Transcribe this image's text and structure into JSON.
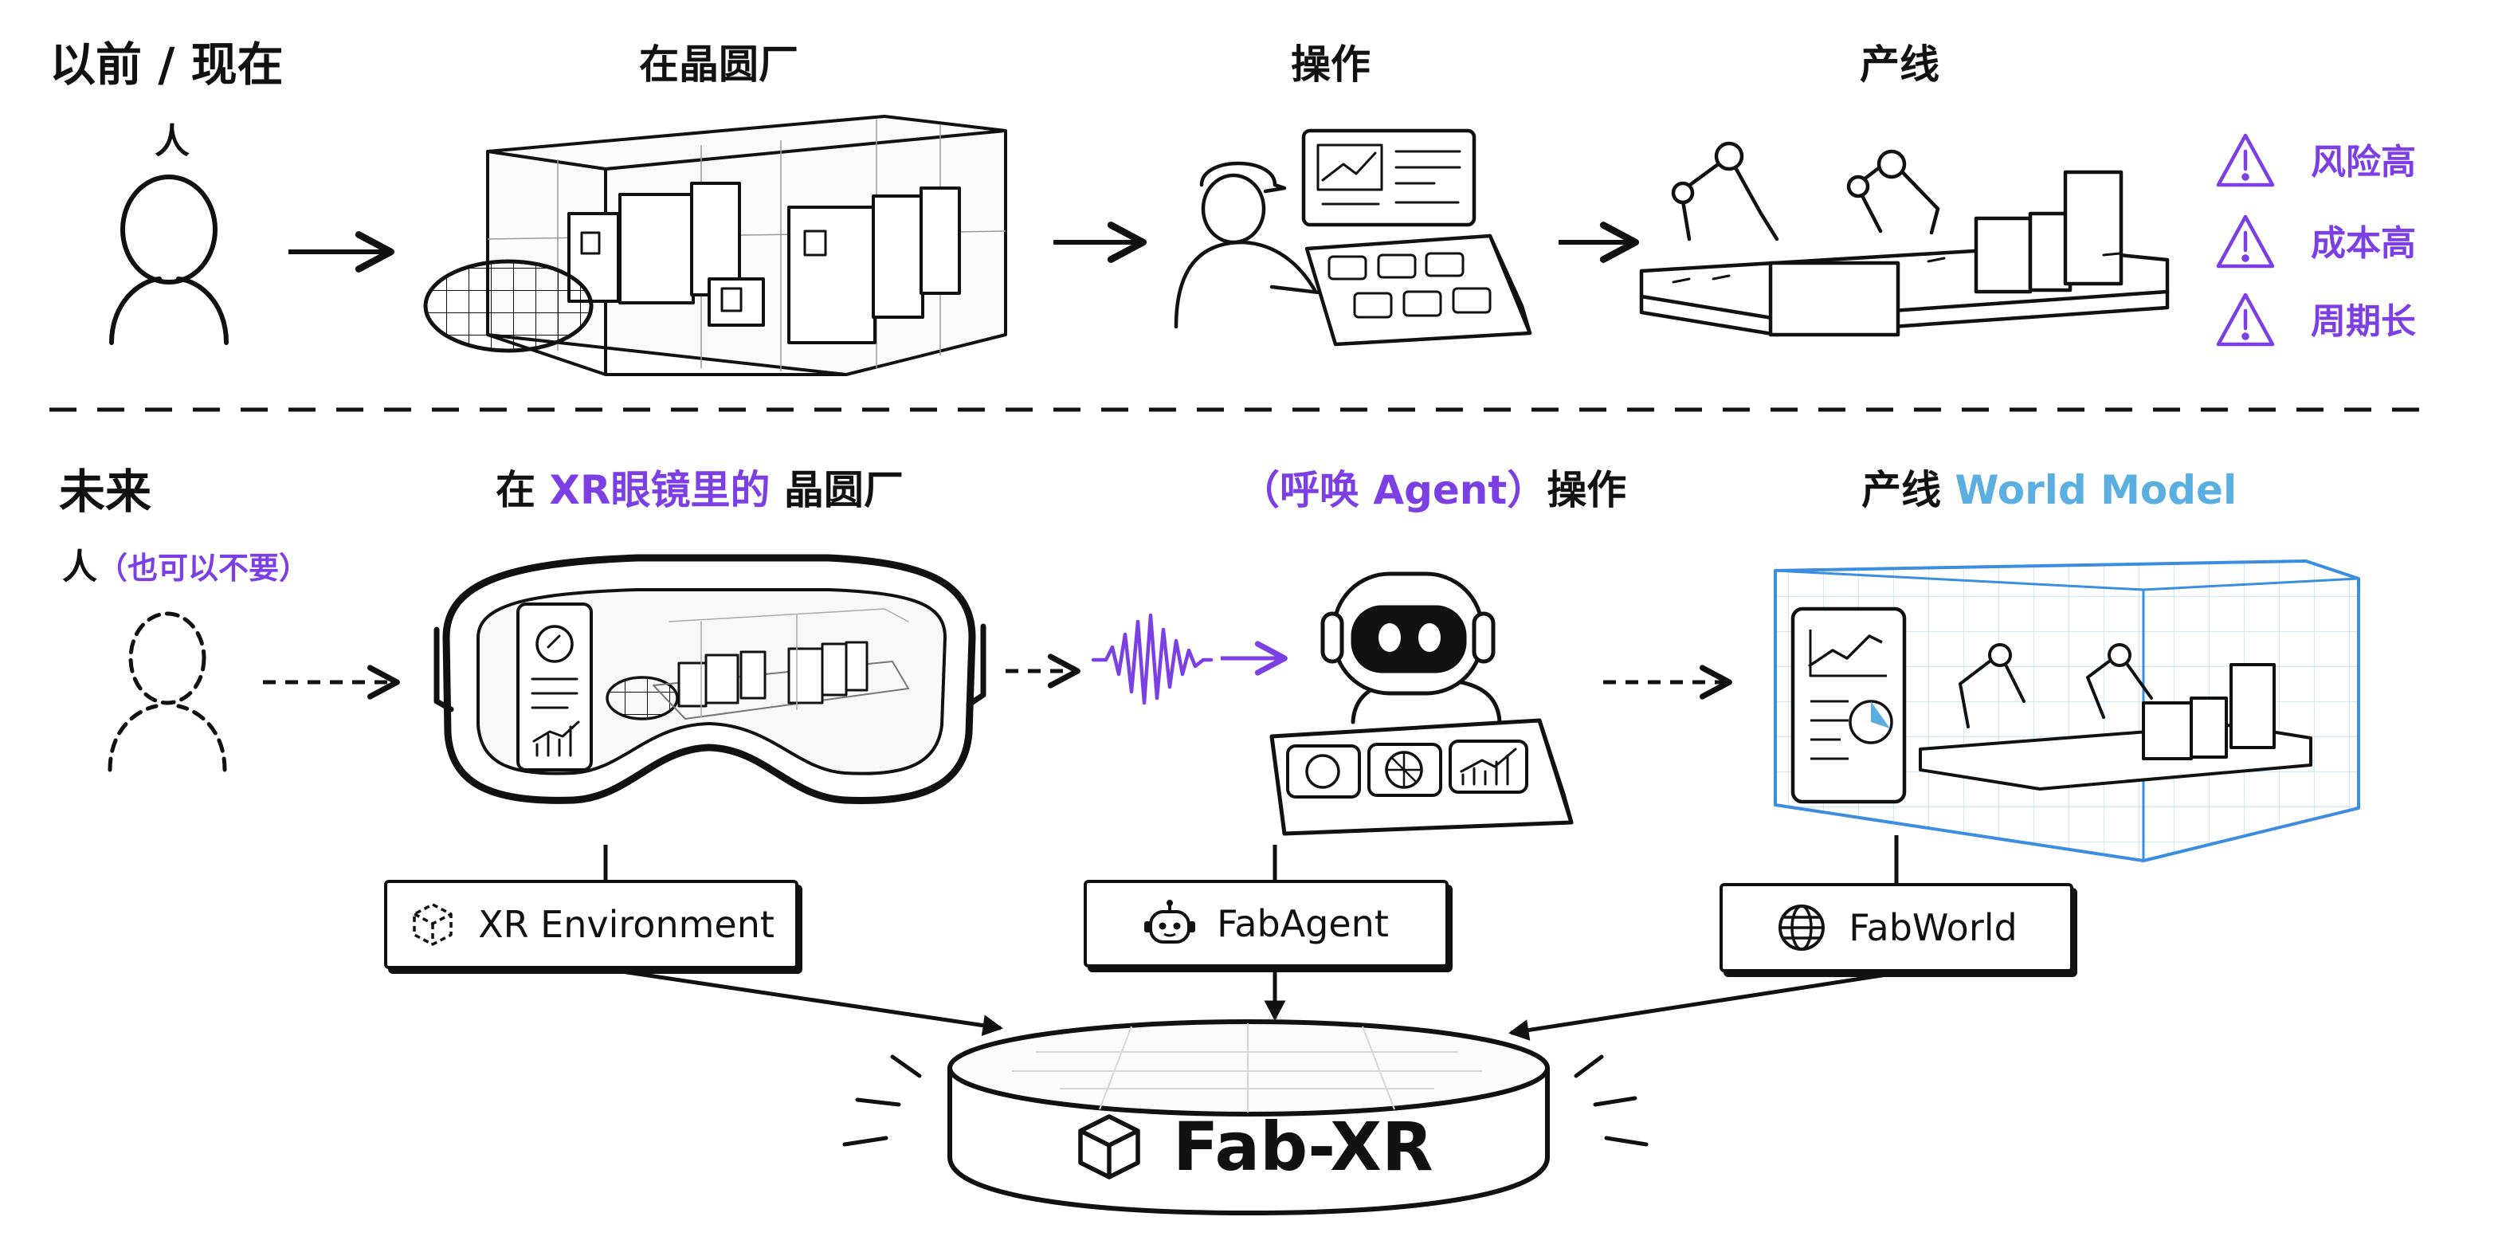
{
  "top": {
    "row_label": "以前 / 现在",
    "person_label": "人",
    "col_fab": "在晶圆厂",
    "col_operate": "操作",
    "col_line": "产线",
    "risks": [
      "风险高",
      "成本高",
      "周期长"
    ]
  },
  "bottom": {
    "row_label": "未来",
    "person_label": "人",
    "person_note": "（也可以不要）",
    "col_fab": {
      "pre": "在 ",
      "highlight": "XR眼镜里的",
      "post": " 晶圆厂"
    },
    "col_operate": {
      "highlight": "（呼唤 Agent）",
      "post": "操作"
    },
    "col_line": {
      "pre": "产线 ",
      "highlight": "World Model"
    }
  },
  "modules": {
    "xr_environment": "XR Environment",
    "fab_agent": "FabAgent",
    "fab_world": "FabWorld"
  },
  "platform": {
    "name": "Fab-XR"
  },
  "colors": {
    "accent_purple": "#7b3fe4",
    "accent_blue": "#5aafe0",
    "ink": "#111111"
  },
  "icons": [
    "person-icon",
    "person-dashed-icon",
    "warning-icon",
    "cube-icon",
    "robot-icon",
    "globe-icon",
    "soundwave-icon"
  ]
}
